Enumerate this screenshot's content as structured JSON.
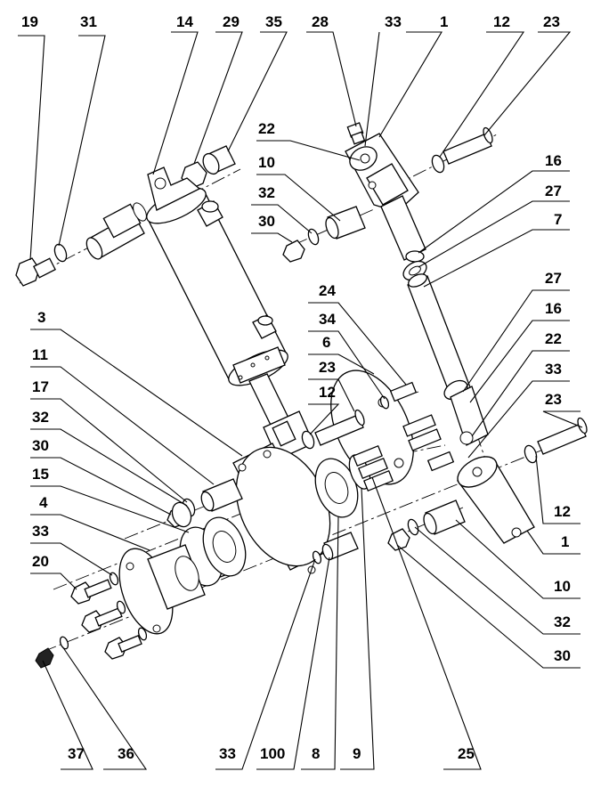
{
  "callouts": [
    {
      "id": "c19",
      "label": "19"
    },
    {
      "id": "c31",
      "label": "31"
    },
    {
      "id": "c14",
      "label": "14"
    },
    {
      "id": "c29",
      "label": "29"
    },
    {
      "id": "c35",
      "label": "35"
    },
    {
      "id": "c28",
      "label": "28"
    },
    {
      "id": "c33a",
      "label": "33"
    },
    {
      "id": "c1a",
      "label": "1"
    },
    {
      "id": "c12a",
      "label": "12"
    },
    {
      "id": "c23a",
      "label": "23"
    },
    {
      "id": "c22a",
      "label": "22"
    },
    {
      "id": "c10a",
      "label": "10"
    },
    {
      "id": "c32a",
      "label": "32"
    },
    {
      "id": "c30a",
      "label": "30"
    },
    {
      "id": "c16a",
      "label": "16"
    },
    {
      "id": "c27a",
      "label": "27"
    },
    {
      "id": "c7",
      "label": "7"
    },
    {
      "id": "c27b",
      "label": "27"
    },
    {
      "id": "c16b",
      "label": "16"
    },
    {
      "id": "c22b",
      "label": "22"
    },
    {
      "id": "c33b",
      "label": "33"
    },
    {
      "id": "c24",
      "label": "24"
    },
    {
      "id": "c34",
      "label": "34"
    },
    {
      "id": "c6",
      "label": "6"
    },
    {
      "id": "c23b",
      "label": "23"
    },
    {
      "id": "c12b",
      "label": "12"
    },
    {
      "id": "c3",
      "label": "3"
    },
    {
      "id": "c11",
      "label": "11"
    },
    {
      "id": "c17",
      "label": "17"
    },
    {
      "id": "c32b",
      "label": "32"
    },
    {
      "id": "c30b",
      "label": "30"
    },
    {
      "id": "c15",
      "label": "15"
    },
    {
      "id": "c4",
      "label": "4"
    },
    {
      "id": "c33c",
      "label": "33"
    },
    {
      "id": "c20",
      "label": "20"
    },
    {
      "id": "c23c",
      "label": "23"
    },
    {
      "id": "c12c",
      "label": "12"
    },
    {
      "id": "c1b",
      "label": "1"
    },
    {
      "id": "c10b",
      "label": "10"
    },
    {
      "id": "c32c",
      "label": "32"
    },
    {
      "id": "c30c",
      "label": "30"
    },
    {
      "id": "c37",
      "label": "37"
    },
    {
      "id": "c36",
      "label": "36"
    },
    {
      "id": "c33d",
      "label": "33"
    },
    {
      "id": "c100",
      "label": "100"
    },
    {
      "id": "c8",
      "label": "8"
    },
    {
      "id": "c9",
      "label": "9"
    },
    {
      "id": "c25",
      "label": "25"
    }
  ]
}
